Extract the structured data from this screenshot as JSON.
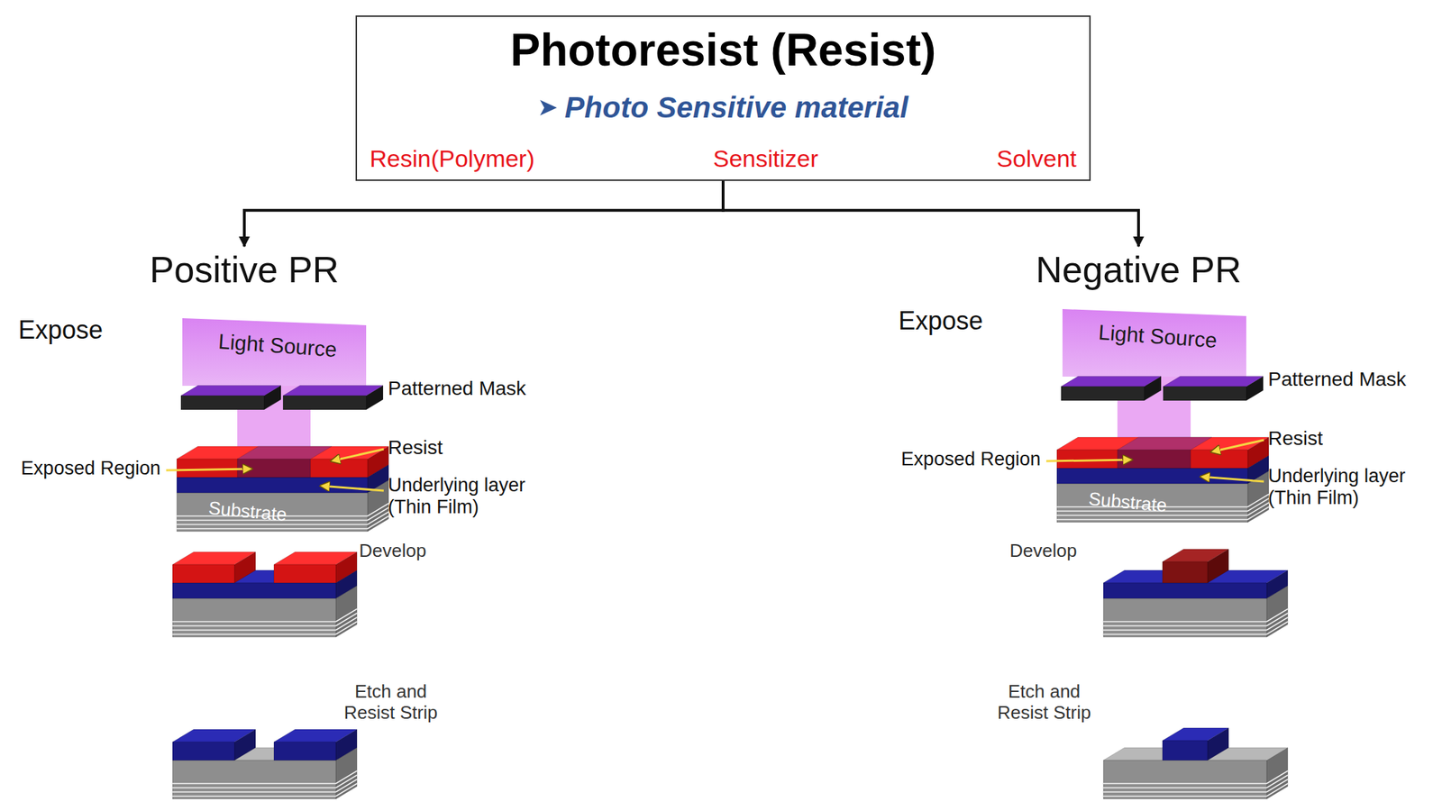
{
  "diagram": {
    "nodes": [
      {
        "text": [
          "Photoresist (Resist)",
          "Photo Sensitive material",
          "Resin(Polymer)",
          "Sensitizer",
          "Solvent"
        ]
      },
      {
        "text": [
          "Positive PR"
        ]
      },
      {
        "text": [
          "Negative PR"
        ]
      }
    ],
    "edges": [
      {
        "from": 0,
        "to": 1,
        "arrow": "to"
      },
      {
        "from": 0,
        "to": 2,
        "arrow": "to"
      }
    ],
    "labels": [
      "Expose",
      "Light Source",
      "Patterned Mask",
      "Resist",
      "Exposed Region",
      "Underlying layer (Thin Film)",
      "Substrate",
      "Develop",
      "Etch and Resist Strip",
      "Expose",
      "Light Source",
      "Patterned Mask",
      "Resist",
      "Exposed Region",
      "Underlying layer (Thin Film)",
      "Substrate",
      "Develop",
      "Etch and Resist Strip"
    ]
  }
}
